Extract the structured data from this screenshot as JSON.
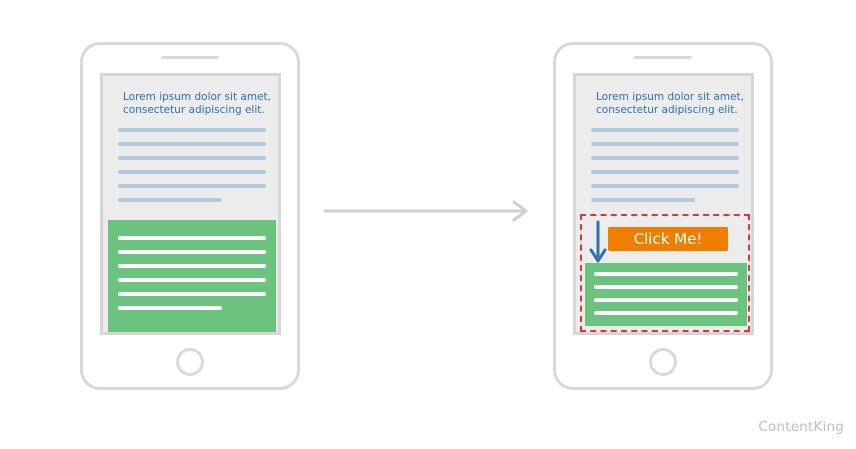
{
  "before_phone": {
    "intro_text": "Lorem ipsum dolor sit amet, consectetur adipiscing elit."
  },
  "after_phone": {
    "intro_text": "Lorem ipsum dolor sit amet, consectetur adipiscing elit.",
    "cta_label": "Click Me!"
  },
  "brand": {
    "name": "ContentKing"
  },
  "colors": {
    "frame": "#d9d9d9",
    "screen": "#ececec",
    "text_blue": "#2f6fb3",
    "text_line": "#b5c9dd",
    "ad_green": "#6cc27f",
    "cta_orange": "#ef7d00",
    "dashed_red": "#d63a3a",
    "shift_arrow_blue": "#2f6fb3",
    "transition_arrow_gray": "#cfcfcf"
  },
  "icons": [
    "shift-down-arrow-icon",
    "transition-arrow-icon"
  ]
}
